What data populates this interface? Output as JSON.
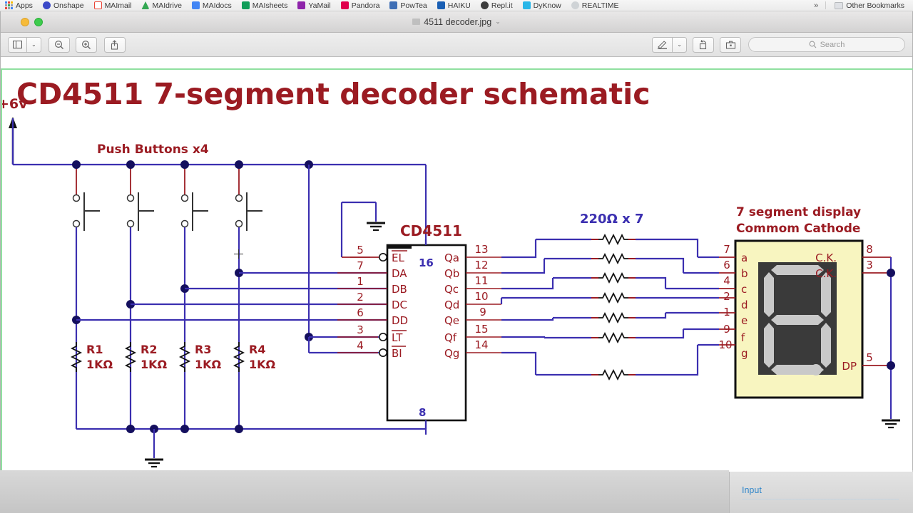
{
  "bookmarks_bar": {
    "items": [
      {
        "label": "Apps",
        "icon": "apps-grid-icon",
        "color": "#4285f4"
      },
      {
        "label": "Onshape",
        "icon": "onshape-icon",
        "color": "#3b49c8"
      },
      {
        "label": "MAImail",
        "icon": "gmail-icon",
        "color": "#ea4335"
      },
      {
        "label": "MAIdrive",
        "icon": "google-drive-icon",
        "color": "#34a853"
      },
      {
        "label": "MAIdocs",
        "icon": "google-docs-icon",
        "color": "#4285f4"
      },
      {
        "label": "MAIsheets",
        "icon": "google-sheets-icon",
        "color": "#0f9d58"
      },
      {
        "label": "YaMail",
        "icon": "yamail-icon",
        "color": "#8e24aa"
      },
      {
        "label": "Pandora",
        "icon": "pandora-icon",
        "color": "#e0004d"
      },
      {
        "label": "PowTea",
        "icon": "powtoon-icon",
        "color": "#3f6fb5"
      },
      {
        "label": "HAIKU",
        "icon": "haiku-icon",
        "color": "#1a5fb4"
      },
      {
        "label": "Repl.it",
        "icon": "replit-icon",
        "color": "#333333"
      },
      {
        "label": "DyKnow",
        "icon": "dyknow-icon",
        "color": "#29b6e8"
      },
      {
        "label": "REALTIME",
        "icon": "realtime-icon",
        "color": "#9aa0a6"
      }
    ],
    "overflow_label": "»",
    "other_bookmarks_label": "Other Bookmarks",
    "other_bookmarks_icon": "folder-icon"
  },
  "window": {
    "title": "4511 decoder.jpg",
    "title_chevron": "⌄",
    "traffic_lights": [
      "close",
      "minimize",
      "zoom"
    ]
  },
  "toolbar": {
    "sidebar_label": "sidebar-toggle",
    "sidebar_chevron": "⌄",
    "zoom_out_icon": "zoom-out-icon",
    "zoom_in_icon": "zoom-in-icon",
    "share_icon": "share-icon",
    "markup_icon": "markup-pen-icon",
    "markup_chevron": "⌄",
    "rotate_icon": "rotate-left-icon",
    "toolkit_icon": "markup-toolbox-icon",
    "search_placeholder": "Search",
    "search_value": "",
    "search_icon": "search-icon"
  },
  "background_window": {
    "input_label": "Input"
  },
  "schematic": {
    "title": "CD4511   7-segment decoder schematic",
    "supply_label": "+6v",
    "push_buttons_label": "Push Buttons  x4",
    "resistor_network_label": "220Ω x 7",
    "display_label_line1": "7 segment display",
    "display_label_line2": "Commom Cathode",
    "ic": {
      "name": "CD4511",
      "vdd_pin": "16",
      "vss_pin": "8",
      "left_pins": [
        {
          "num": "5",
          "name": "EL",
          "bar": true,
          "bubble": true
        },
        {
          "num": "7",
          "name": "DA",
          "bar": false,
          "bubble": false
        },
        {
          "num": "1",
          "name": "DB",
          "bar": false,
          "bubble": false
        },
        {
          "num": "2",
          "name": "DC",
          "bar": false,
          "bubble": false
        },
        {
          "num": "6",
          "name": "DD",
          "bar": false,
          "bubble": false
        },
        {
          "num": "3",
          "name": "LT",
          "bar": true,
          "bubble": true
        },
        {
          "num": "4",
          "name": "BI",
          "bar": true,
          "bubble": true
        }
      ],
      "right_pins": [
        {
          "num": "13",
          "name": "Qa"
        },
        {
          "num": "12",
          "name": "Qb"
        },
        {
          "num": "11",
          "name": "Qc"
        },
        {
          "num": "10",
          "name": "Qd"
        },
        {
          "num": "9",
          "name": "Qe"
        },
        {
          "num": "15",
          "name": "Qf"
        },
        {
          "num": "14",
          "name": "Qg"
        }
      ]
    },
    "pull_resistors": [
      {
        "ref": "R1",
        "value": "1KΩ"
      },
      {
        "ref": "R2",
        "value": "1KΩ"
      },
      {
        "ref": "R3",
        "value": "1KΩ"
      },
      {
        "ref": "R4",
        "value": "1KΩ"
      }
    ],
    "display": {
      "left_pins": [
        {
          "num": "7",
          "name": "a"
        },
        {
          "num": "6",
          "name": "b"
        },
        {
          "num": "4",
          "name": "c"
        },
        {
          "num": "2",
          "name": "d"
        },
        {
          "num": "1",
          "name": "e"
        },
        {
          "num": "9",
          "name": "f"
        },
        {
          "num": "10",
          "name": "g"
        }
      ],
      "right_pins": [
        {
          "num": "8",
          "name": "C.K."
        },
        {
          "num": "3",
          "name": "C.K."
        },
        {
          "num": "5",
          "name": "DP"
        }
      ]
    },
    "colors": {
      "title_red": "#9b1b22",
      "wire_blue": "#3b2fb0",
      "wire_red": "#9b1b22",
      "display_body": "#f8f5c0",
      "display_face": "#3a3a3a",
      "segment": "#c9c9c9"
    }
  }
}
